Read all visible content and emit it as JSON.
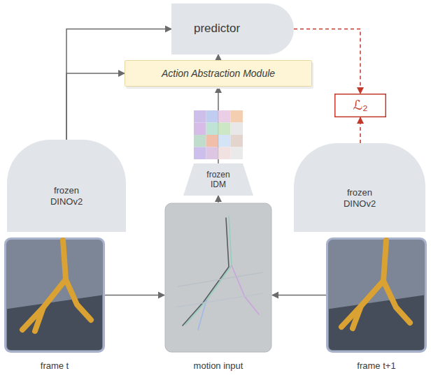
{
  "diagram": {
    "nodes": [
      {
        "text": [
          "predictor"
        ]
      },
      {
        "text": [
          "Action Abstraction Module"
        ]
      },
      {
        "text": [
          "ℒ₂"
        ]
      },
      {
        "text": [
          "frozen DINOv2"
        ]
      },
      {
        "text": [
          "frozen DINOv2"
        ]
      },
      {
        "text": [
          "frozen IDM"
        ]
      },
      {
        "text": [
          "frame t"
        ]
      },
      {
        "text": [
          "motion input"
        ]
      },
      {
        "text": [
          "frame t+1"
        ]
      }
    ],
    "edges": [
      {
        "from": 3,
        "to": 0,
        "arrow": "to"
      },
      {
        "from": 3,
        "to": 1,
        "arrow": "to"
      },
      {
        "from": 1,
        "to": 0,
        "arrow": "to"
      },
      {
        "from": 0,
        "to": 2,
        "arrow": "to"
      },
      {
        "from": 4,
        "to": 2,
        "arrow": "to"
      },
      {
        "from": 5,
        "to": 1,
        "arrow": "to"
      },
      {
        "from": 7,
        "to": 5,
        "arrow": "to"
      },
      {
        "from": 6,
        "to": 7,
        "arrow": "to"
      },
      {
        "from": 8,
        "to": 7,
        "arrow": "to"
      }
    ]
  }
}
